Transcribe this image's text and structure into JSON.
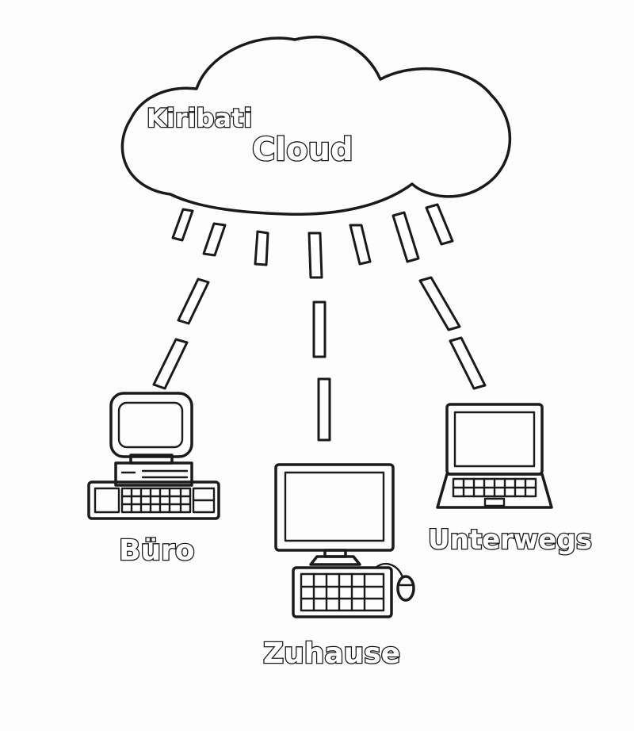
{
  "cloud": {
    "title_line1": "Kiribati",
    "title_line2": "Cloud"
  },
  "devices": [
    {
      "id": "office",
      "label": "Büro",
      "icon": "desktop-computer-icon"
    },
    {
      "id": "home",
      "label": "Zuhause",
      "icon": "monitor-keyboard-mouse-icon"
    },
    {
      "id": "mobile",
      "label": "Unterwegs",
      "icon": "laptop-icon"
    }
  ],
  "colors": {
    "ink": "#1a1a1a",
    "paper": "#fdfdfd"
  }
}
